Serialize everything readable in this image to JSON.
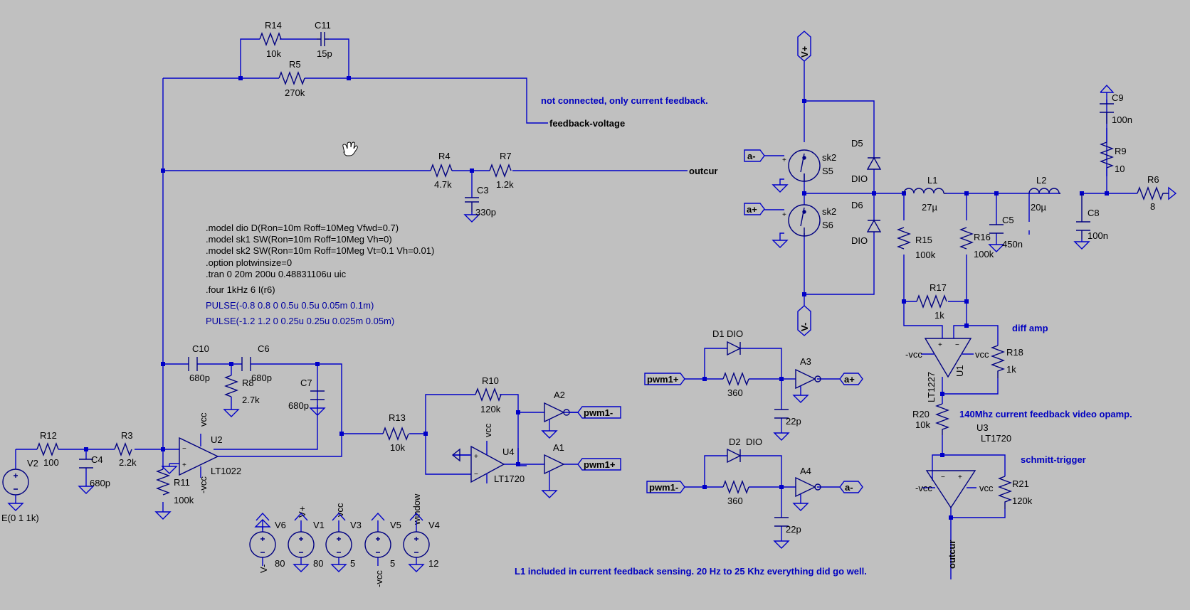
{
  "components": {
    "R14": {
      "ref": "R14",
      "value": "10k"
    },
    "C11": {
      "ref": "C11",
      "value": "15p"
    },
    "R5": {
      "ref": "R5",
      "value": "270k"
    },
    "R4": {
      "ref": "R4",
      "value": "4.7k"
    },
    "R7": {
      "ref": "R7",
      "value": "1.2k"
    },
    "C3": {
      "ref": "C3",
      "value": "330p"
    },
    "C10": {
      "ref": "C10",
      "value": "680p"
    },
    "C6": {
      "ref": "C6",
      "value": "680p"
    },
    "R8": {
      "ref": "R8",
      "value": "2.7k"
    },
    "C7": {
      "ref": "C7",
      "value": "680p"
    },
    "R12": {
      "ref": "R12",
      "value": "100"
    },
    "R3": {
      "ref": "R3",
      "value": "2.2k"
    },
    "C4": {
      "ref": "C4",
      "value": "680p"
    },
    "R11": {
      "ref": "R11",
      "value": "100k"
    },
    "V2": {
      "ref": "V2",
      "value": "E(0 1 1k)"
    },
    "U2": {
      "ref": "U2",
      "value": "LT1022"
    },
    "R13": {
      "ref": "R13",
      "value": "10k"
    },
    "R10": {
      "ref": "R10",
      "value": "120k"
    },
    "U4": {
      "ref": "U4",
      "value": "LT1720"
    },
    "A1": {
      "ref": "A1"
    },
    "A2": {
      "ref": "A2"
    },
    "A3": {
      "ref": "A3"
    },
    "A4": {
      "ref": "A4"
    },
    "D1": {
      "ref": "D1",
      "value": "DIO"
    },
    "D2": {
      "ref": "D2",
      "value": "DIO"
    },
    "R_d1": {
      "value": "360"
    },
    "R_d2": {
      "value": "360"
    },
    "C_d1": {
      "value": "22p"
    },
    "C_d2": {
      "value": "22p"
    },
    "V6": {
      "ref": "V6",
      "value": "80"
    },
    "V1": {
      "ref": "V1",
      "value": "80"
    },
    "V3": {
      "ref": "V3",
      "value": "5"
    },
    "V5": {
      "ref": "V5",
      "value": "5"
    },
    "V4": {
      "ref": "V4",
      "value": "12"
    },
    "S5": {
      "ref": "S5",
      "model": "sk2"
    },
    "S6": {
      "ref": "S6",
      "model": "sk2"
    },
    "D5": {
      "ref": "D5",
      "value": "DIO"
    },
    "D6": {
      "ref": "D6",
      "value": "DIO"
    },
    "L1": {
      "ref": "L1",
      "value": "27µ"
    },
    "L2": {
      "ref": "L2",
      "value": "20µ"
    },
    "C5": {
      "ref": "C5",
      "value": "450n"
    },
    "C8": {
      "ref": "C8",
      "value": "100n"
    },
    "C9": {
      "ref": "C9",
      "value": "100n"
    },
    "R9": {
      "ref": "R9",
      "value": "10"
    },
    "R6": {
      "ref": "R6",
      "value": "8"
    },
    "R15": {
      "ref": "R15",
      "value": "100k"
    },
    "R16": {
      "ref": "R16",
      "value": "100k"
    },
    "R17": {
      "ref": "R17",
      "value": "1k"
    },
    "R18": {
      "ref": "R18",
      "value": "1k"
    },
    "U1": {
      "ref": "U1",
      "value": "LT1227"
    },
    "R20": {
      "ref": "R20",
      "value": "10k"
    },
    "U3": {
      "ref": "U3",
      "value": "LT1720"
    },
    "R21": {
      "ref": "R21",
      "value": "120k"
    }
  },
  "nets": {
    "feedback_voltage": "feedback-voltage",
    "outcur": "outcur",
    "pwm1p": "pwm1+",
    "pwm1m": "pwm1-",
    "ap": "a+",
    "am": "a-",
    "vplus": "V+",
    "vminus": "V-",
    "vcc": "vcc",
    "mvcc": "-vcc",
    "window": "window"
  },
  "directives": [
    ".model dio D(Ron=10m Roff=10Meg Vfwd=0.7)",
    ".model sk1 SW(Ron=10m Roff=10Meg Vh=0)",
    ".model sk2 SW(Ron=10m Roff=10Meg Vt=0.1 Vh=0.01)",
    ".option plotwinsize=0",
    ".tran 0 20m 200u 0.48831106u uic",
    ".four 1kHz 6  I(r6)"
  ],
  "pulses": [
    "PULSE(-0.8 0.8 0 0.5u 0.5u 0.05m 0.1m)",
    "PULSE(-1.2 1.2 0 0.25u 0.25u 0.025m 0.05m)"
  ],
  "comments": {
    "not_connected": "not connected, only current feedback.",
    "diff_amp": "diff amp",
    "video_opamp": "140Mhz current feedback video opamp.",
    "schmitt": "schmitt-trigger",
    "l1_note": "L1 included in current feedback sensing. 20 Hz to 25 Khz everything did go well."
  }
}
